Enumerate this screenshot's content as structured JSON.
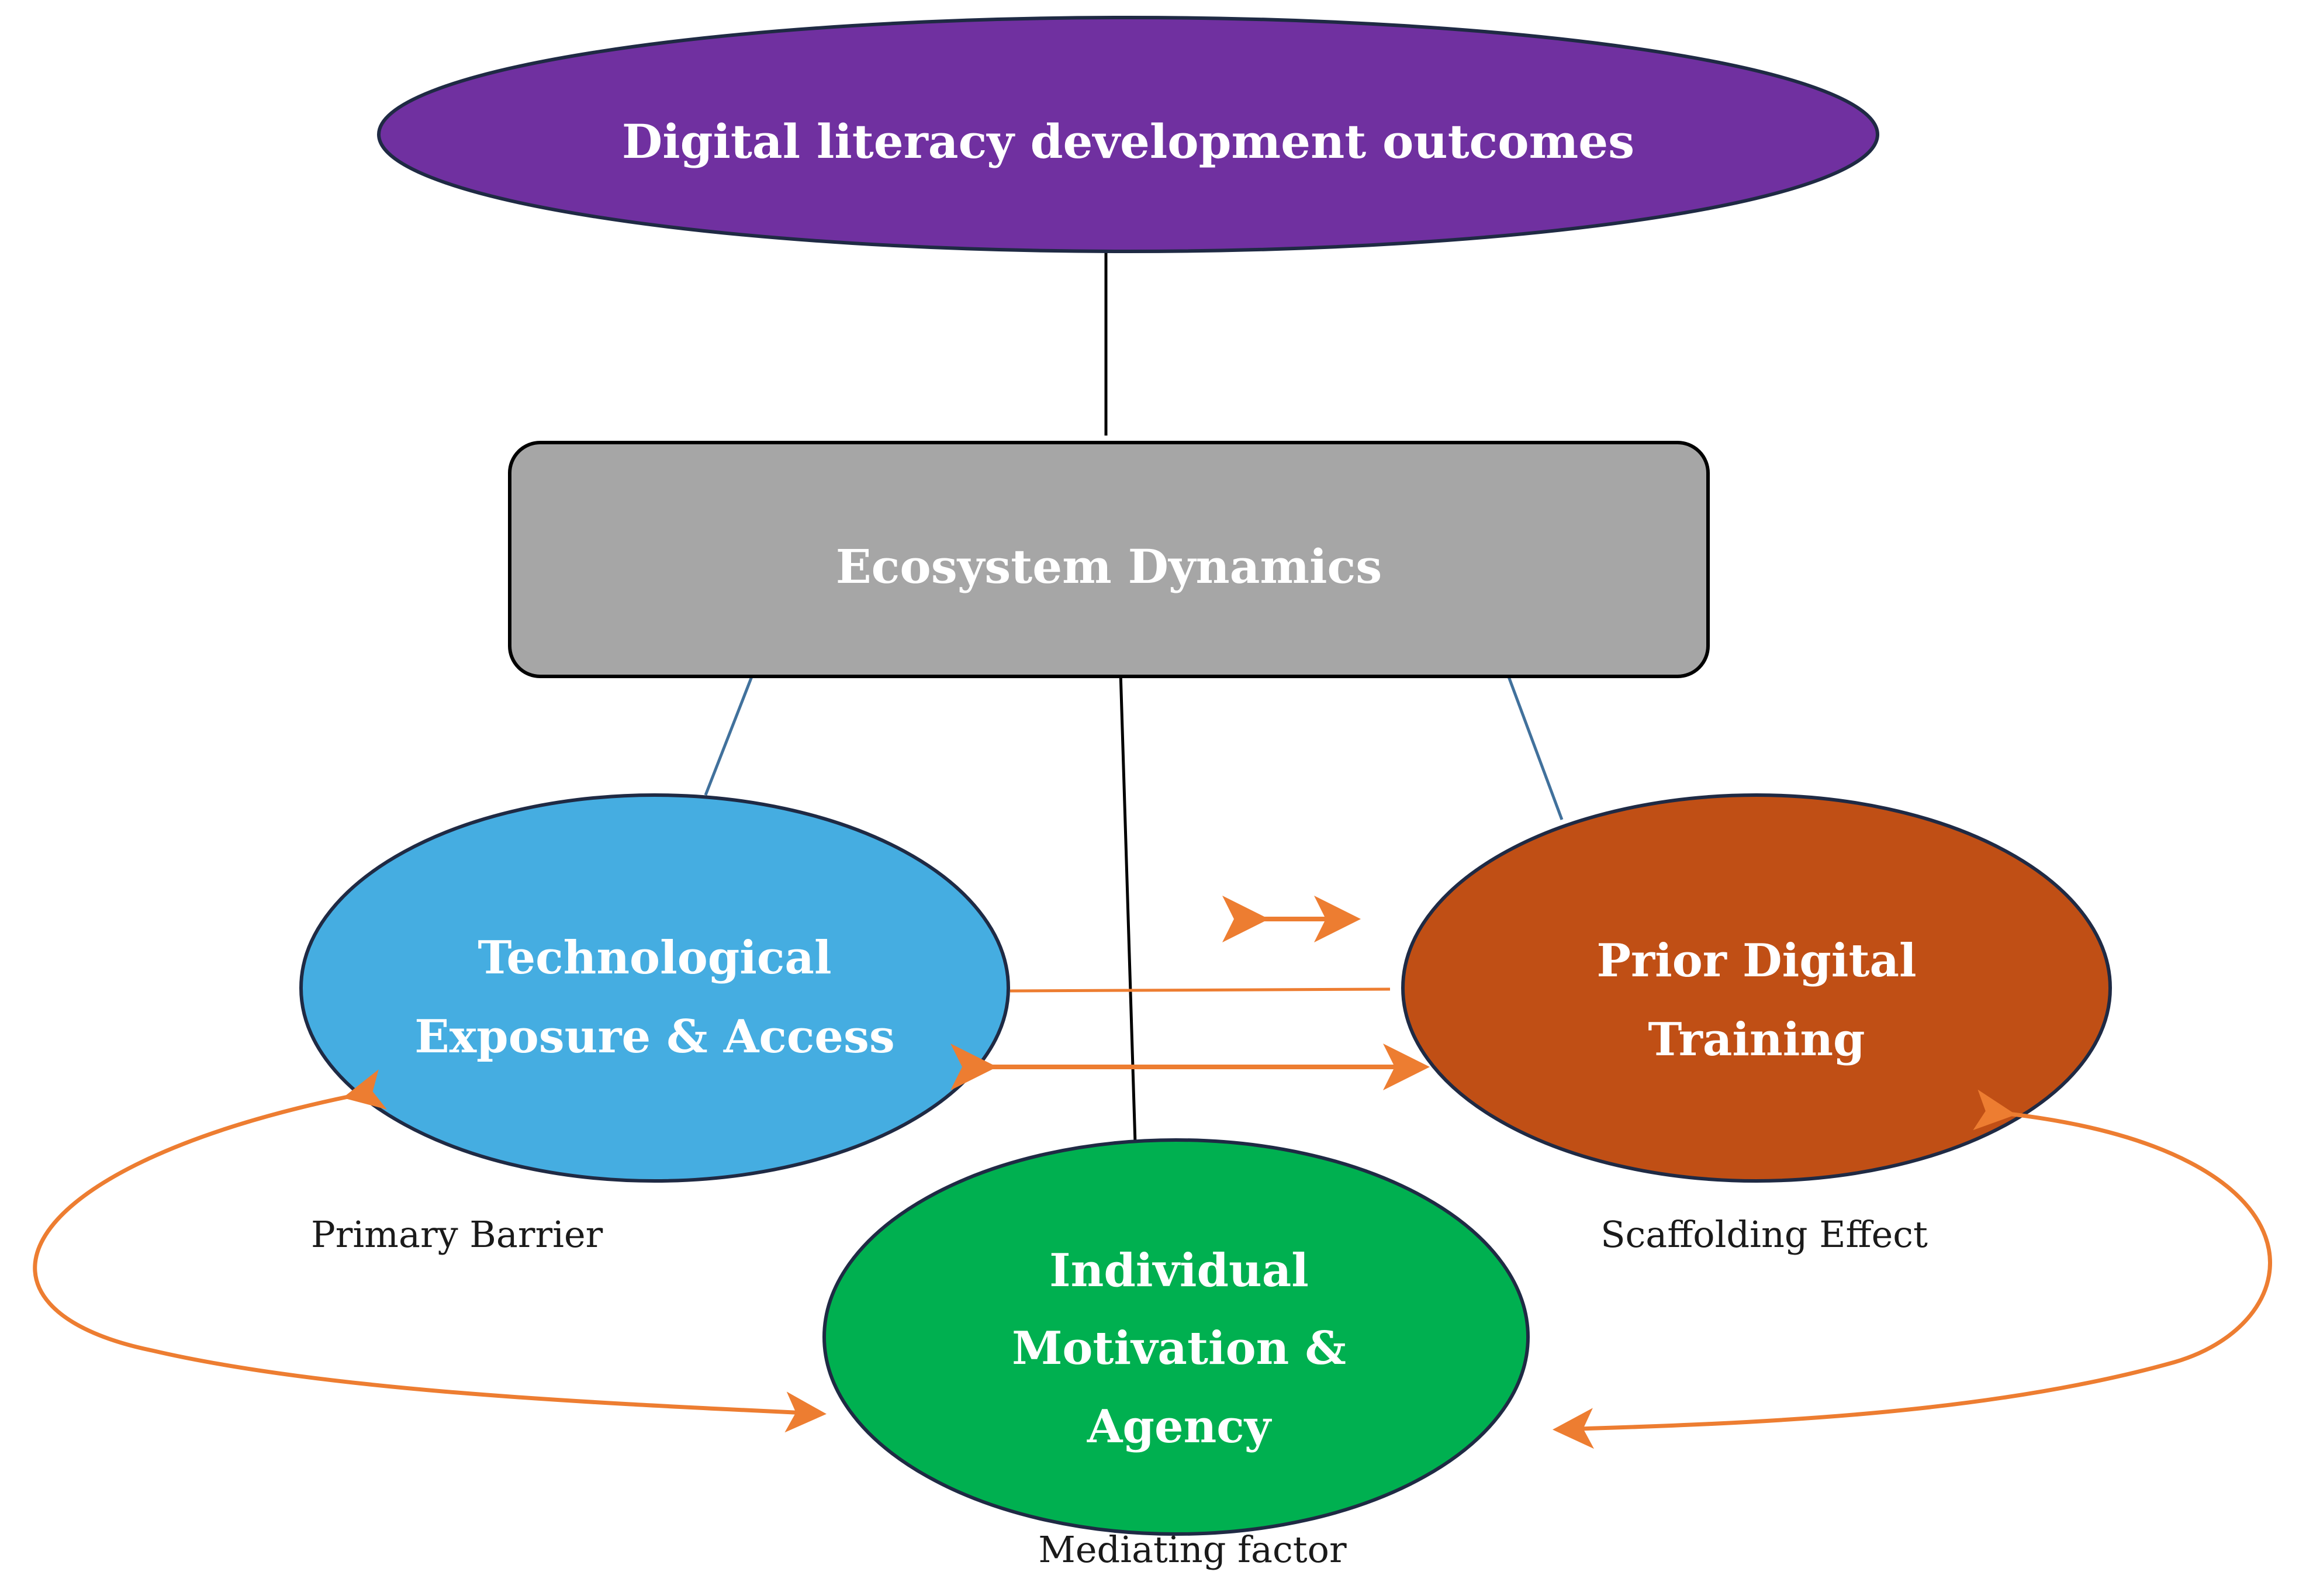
{
  "nodes": {
    "outcomes": {
      "title": "Digital literacy development outcomes",
      "color": "#7030A0"
    },
    "ecosystem": {
      "title": "Ecosystem Dynamics",
      "color": "#A6A6A6"
    },
    "technological": {
      "line1": "Technological",
      "line2": "Exposure & Access",
      "color": "#45ADE1"
    },
    "prior_training": {
      "line1": "Prior Digital",
      "line2": "Training",
      "color": "#C04F15"
    },
    "individual": {
      "line1": "Individual",
      "line2": "Motivation &",
      "line3": "Agency",
      "color": "#00B050"
    }
  },
  "captions": {
    "primary_barrier": "Primary Barrier",
    "scaffolding_effect": "Scaffolding Effect",
    "mediating_factor": "Mediating factor"
  },
  "colors": {
    "arrow": "#ED7D31",
    "outline": "#1F2A44",
    "connector": "#000000",
    "connector_blue": "#41719C"
  }
}
